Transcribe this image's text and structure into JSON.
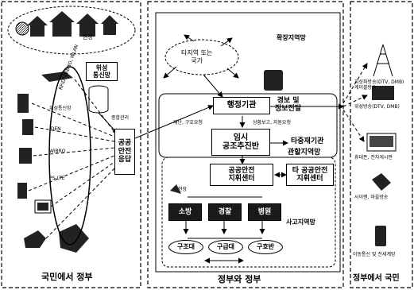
{
  "sections": {
    "left_title": "국민에서 정부",
    "center_title": "정부와 정부",
    "right_title": "정부에서 국민"
  },
  "left": {
    "top_label": "현장",
    "satellite_label": "위성\n통신망",
    "network_label": "RFID, WiBRO, WLAN",
    "db_label": "종합관리",
    "side_labels": [
      "위성통신망",
      "IDEN",
      "WiBRO",
      "PS-LTE"
    ],
    "public_safety_center": "공공\n안전\n응답"
  },
  "center": {
    "foreign_label": "타지역 또는\n국가",
    "zone_labels": {
      "extended": "확장지역망",
      "management": "관할지역망",
      "accident": "사고지역망"
    },
    "admin_agency": "행정기관",
    "info_delivery": "경보 및\n정보전달",
    "temp_hq": "임시\n공조추진반",
    "other_agency": "타중재기관",
    "public_safety_command": "공공안전\n지휘센터",
    "other_command": "타 공공안전\n지휘센터",
    "small_labels": [
      "재난, 구호요청",
      "상황보고, 지원요청"
    ],
    "field_units": [
      "소방",
      "경찰",
      "병원"
    ],
    "rescue_units": [
      "구조대",
      "구급대",
      "구호반"
    ],
    "phone_label": "현장"
  },
  "right": {
    "items": [
      "지상파방송(DTV, DMB)\n케이블방송",
      "위성방송(DTV, DMB)",
      "휴대폰, 전자게시판",
      "사이렌, 마을방송",
      "이동통신 및 전세계망"
    ]
  }
}
